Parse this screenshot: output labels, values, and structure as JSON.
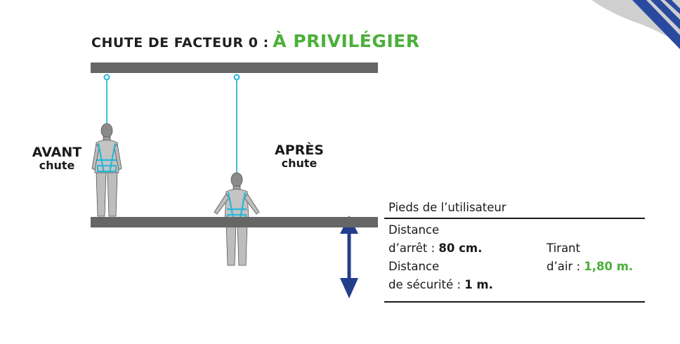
{
  "title": {
    "lead": "CHUTE DE FACTEUR 0 :",
    "emphasis": "À PRIVILÉGIER"
  },
  "labels": {
    "before_main": "AVANT",
    "before_sub": "chute",
    "after_main": "APRÈS",
    "after_sub": "chute"
  },
  "info": {
    "feet_label": "Pieds de l’utilisateur",
    "arrest_line1": "Distance",
    "arrest_line2": "d’arrêt :",
    "arrest_value": "80 cm.",
    "safety_line1": "Distance",
    "safety_line2": "de sécurité :",
    "safety_value": "1 m.",
    "clearance_line1": "Tirant",
    "clearance_line2": "d’air :",
    "clearance_value": "1,80 m."
  },
  "colors": {
    "accent_green": "#4caf3a",
    "arrow_blue": "#233e8b",
    "lanyard_cyan": "#29b6d6",
    "beam_gray": "#666666"
  }
}
